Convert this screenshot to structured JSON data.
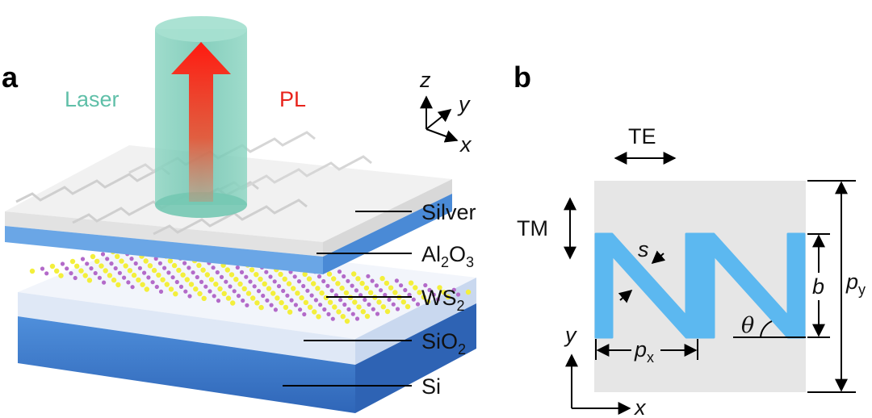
{
  "panel_a": {
    "letter": "a",
    "beam_labels": {
      "laser": "Laser",
      "pl": "PL"
    },
    "axes": {
      "z": "z",
      "y": "y",
      "x": "x"
    },
    "layers": [
      {
        "base": "Silver",
        "sub": "",
        "post": ""
      },
      {
        "base": "Al",
        "sub": "2",
        "post": "O",
        "sub2": "3"
      },
      {
        "base": "WS",
        "sub": "2",
        "post": ""
      },
      {
        "base": "SiO",
        "sub": "2",
        "post": ""
      },
      {
        "base": "Si",
        "sub": "",
        "post": ""
      }
    ],
    "colors": {
      "laser": "#5fbfa8",
      "pl": "#e8231c",
      "silver": "#eeeeee",
      "alumina": "#5b9ee0",
      "silicon": "#3a72c2",
      "sio2": "#dfe8f6",
      "w_atom": "#b36ac9",
      "s_atom": "#f3ef3b"
    }
  },
  "panel_b": {
    "letter": "b",
    "pol_te": "TE",
    "pol_tm": "TM",
    "dims": {
      "s": "s",
      "b": "b",
      "theta": "θ",
      "px": "p",
      "px_sub": "x",
      "py": "p",
      "py_sub": "y"
    },
    "axes": {
      "y": "y",
      "x": "x"
    },
    "colors": {
      "cell": "#e6e6e6",
      "slot": "#5cb8f0"
    }
  }
}
